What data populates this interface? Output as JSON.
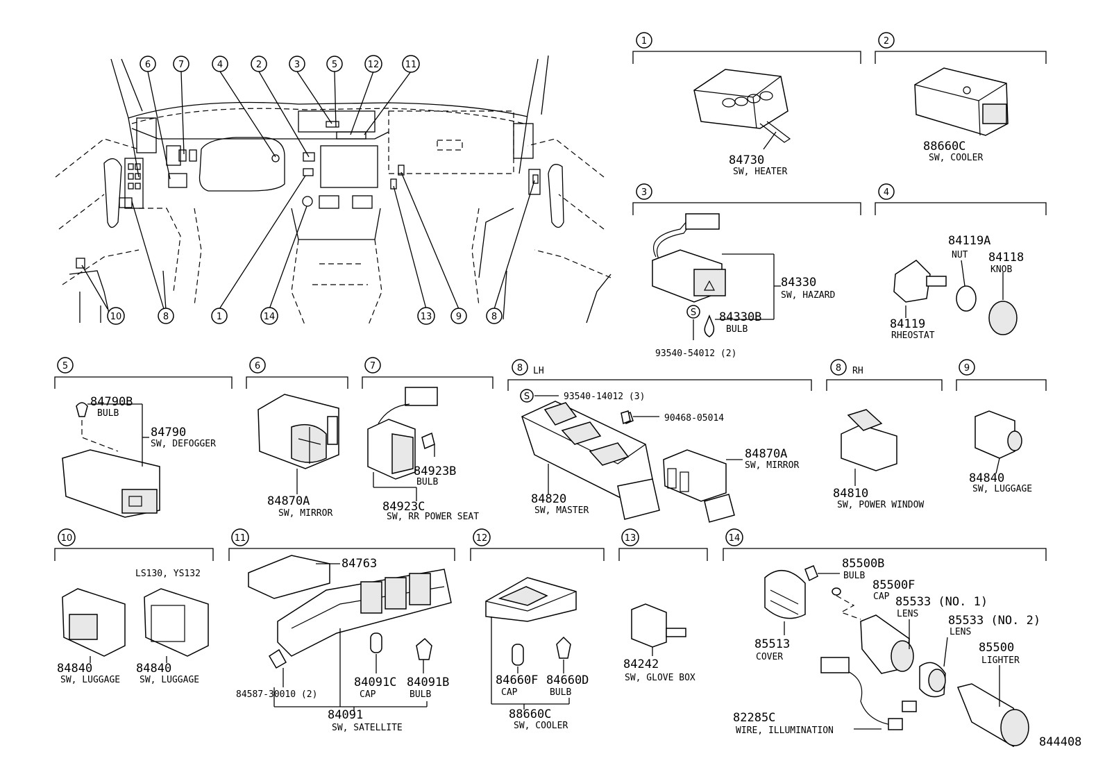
{
  "overview_callouts": {
    "top": [
      "6",
      "7",
      "4",
      "2",
      "3",
      "5",
      "12",
      "11"
    ],
    "bottom": [
      "10",
      "8",
      "1",
      "14",
      "13",
      "9",
      "8"
    ]
  },
  "sections": [
    {
      "id": "1",
      "tag": "",
      "parts": [
        {
          "no": "84730",
          "desc": "SW, HEATER"
        }
      ]
    },
    {
      "id": "2",
      "tag": "",
      "parts": [
        {
          "no": "88660C",
          "desc": "SW, COOLER"
        }
      ]
    },
    {
      "id": "3",
      "tag": "",
      "parts": [
        {
          "no": "84330",
          "desc": "SW, HAZARD"
        },
        {
          "no": "84330B",
          "desc": "BULB"
        },
        {
          "no": "93540-54012 (2)",
          "desc": ""
        }
      ]
    },
    {
      "id": "4",
      "tag": "",
      "parts": [
        {
          "no": "84119A",
          "desc": "NUT"
        },
        {
          "no": "84118",
          "desc": "KNOB"
        },
        {
          "no": "84119",
          "desc": "RHEOSTAT"
        }
      ]
    },
    {
      "id": "5",
      "tag": "",
      "parts": [
        {
          "no": "84790B",
          "desc": "BULB"
        },
        {
          "no": "84790",
          "desc": "SW, DEFOGGER"
        }
      ]
    },
    {
      "id": "6",
      "tag": "",
      "parts": [
        {
          "no": "84870A",
          "desc": "SW, MIRROR"
        }
      ]
    },
    {
      "id": "7",
      "tag": "",
      "parts": [
        {
          "no": "84923B",
          "desc": "BULB"
        },
        {
          "no": "84923C",
          "desc": "SW, RR POWER SEAT"
        }
      ]
    },
    {
      "id": "8",
      "tag": "LH",
      "parts": [
        {
          "no": "93540-14012 (3)",
          "desc": ""
        },
        {
          "no": "90468-05014",
          "desc": ""
        },
        {
          "no": "84870A",
          "desc": "SW, MIRROR"
        },
        {
          "no": "84820",
          "desc": "SW, MASTER"
        }
      ]
    },
    {
      "id": "8",
      "tag": "RH",
      "parts": [
        {
          "no": "84810",
          "desc": "SW, POWER WINDOW"
        }
      ]
    },
    {
      "id": "9",
      "tag": "",
      "parts": [
        {
          "no": "84840",
          "desc": "SW, LUGGAGE"
        }
      ]
    },
    {
      "id": "10",
      "tag": "LS130, YS132",
      "parts": [
        {
          "no": "84840",
          "desc": "SW, LUGGAGE"
        },
        {
          "no": "84840",
          "desc": "SW, LUGGAGE"
        }
      ]
    },
    {
      "id": "11",
      "tag": "",
      "parts": [
        {
          "no": "84763",
          "desc": ""
        },
        {
          "no": "84587-30010 (2)",
          "desc": ""
        },
        {
          "no": "84091C",
          "desc": "CAP"
        },
        {
          "no": "84091B",
          "desc": "BULB"
        },
        {
          "no": "84091",
          "desc": "SW, SATELLITE"
        }
      ]
    },
    {
      "id": "12",
      "tag": "",
      "parts": [
        {
          "no": "84660F",
          "desc": "CAP"
        },
        {
          "no": "84660D",
          "desc": "BULB"
        },
        {
          "no": "88660C",
          "desc": "SW, COOLER"
        }
      ]
    },
    {
      "id": "13",
      "tag": "",
      "parts": [
        {
          "no": "84242",
          "desc": "SW, GLOVE BOX"
        }
      ]
    },
    {
      "id": "14",
      "tag": "",
      "parts": [
        {
          "no": "85500B",
          "desc": "BULB"
        },
        {
          "no": "85500F",
          "desc": "CAP"
        },
        {
          "no": "85533 (NO. 1)",
          "desc": "LENS"
        },
        {
          "no": "85533 (NO. 2)",
          "desc": "LENS"
        },
        {
          "no": "85513",
          "desc": "COVER"
        },
        {
          "no": "85500",
          "desc": "LIGHTER"
        },
        {
          "no": "82285C",
          "desc": "WIRE, ILLUMINATION"
        }
      ]
    }
  ],
  "symbols": {
    "s": "S"
  },
  "figure_number": "844408"
}
